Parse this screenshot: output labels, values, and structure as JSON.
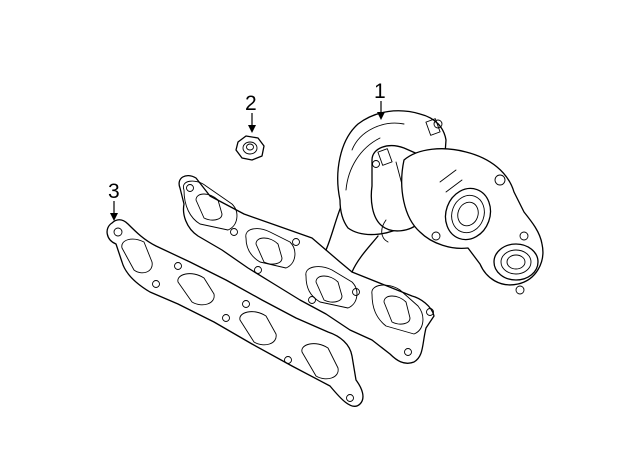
{
  "callouts": [
    {
      "number": "1",
      "part": "turbocharger"
    },
    {
      "number": "2",
      "part": "nut"
    },
    {
      "number": "3",
      "part": "manifold-gasket"
    }
  ],
  "colors": {
    "line": "#000000",
    "background": "#ffffff"
  }
}
